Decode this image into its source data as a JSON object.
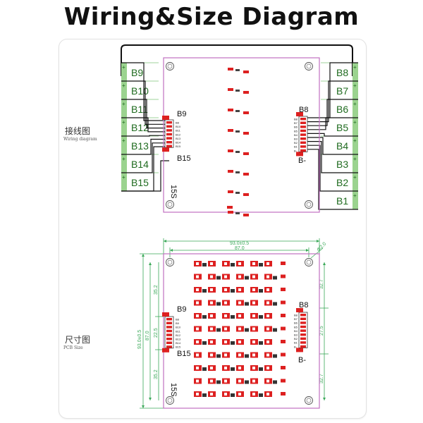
{
  "title": "Wiring&Size  Diagram",
  "wiring": {
    "label_cn": "接线图",
    "label_en": "Wiring diagram",
    "left_cells": [
      "B9",
      "B10",
      "B11",
      "B12",
      "B13",
      "B14",
      "B15"
    ],
    "right_cells": [
      "B8",
      "B7",
      "B6",
      "B5",
      "B4",
      "B3",
      "B2",
      "B1"
    ],
    "left_conn_top": "B9",
    "left_conn_bottom": "B15",
    "left_pins": [
      "B8",
      "B10",
      "B11",
      "B12",
      "B13",
      "B14",
      "B15"
    ],
    "right_conn_top": "B8",
    "right_conn_bottom": "B-",
    "right_pins": [
      "B8",
      "B7",
      "B6",
      "B5",
      "B4",
      "B3",
      "B2",
      "B1",
      "B-"
    ],
    "series_mark": "15S"
  },
  "size": {
    "label_cn": "尺寸图",
    "label_en": "PCB Size",
    "dim_outer_width": "93.0±0.5",
    "dim_inner_width": "87.0",
    "dim_hole": "Φ2.0",
    "dim_outer_height": "93.0±0.5",
    "dim_inner_height": "87.0",
    "dim_left_top": "35.2",
    "dim_left_mid": "22.5",
    "dim_left_bot": "35.2",
    "dim_right_top": "32.7",
    "dim_right_mid": "27.5",
    "dim_right_bot": "32.7",
    "left_conn_top": "B9",
    "left_conn_bottom": "B15",
    "left_pins": [
      "B8",
      "B9",
      "B10",
      "B11",
      "B12",
      "B13",
      "B14",
      "B15"
    ],
    "right_conn_top": "B8",
    "right_conn_bottom": "B-",
    "right_pins": [
      "B8",
      "B7",
      "B6",
      "B5",
      "B4",
      "B3",
      "B2",
      "B1",
      "B-"
    ],
    "series_mark": "15S"
  },
  "colors": {
    "board_outline": "#c070c0",
    "cell_fill": "#9bd38f",
    "cell_text": "#1f6b1f",
    "wire": "#111111",
    "component_red": "#dd2020",
    "dim_line": "#3aa858"
  }
}
